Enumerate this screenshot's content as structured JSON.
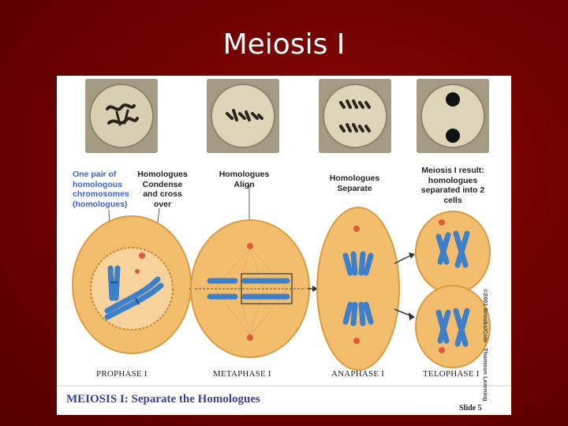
{
  "slide_title": "Meiosis I",
  "labels": {
    "homolog_pair": [
      "One pair of",
      "homologous",
      "chromosomes",
      "(homologues)"
    ],
    "condense": [
      "Homologues",
      "Condense",
      "and cross",
      "over"
    ],
    "align": [
      "Homologues",
      "Align"
    ],
    "separate": [
      "Homologues",
      "Separate"
    ],
    "result": [
      "Meiosis I result:",
      "homologues",
      "separated into 2",
      "cells"
    ]
  },
  "phases": [
    "PROPHASE I",
    "METAPHASE I",
    "ANAPHASE I",
    "TELOPHASE I"
  ],
  "caption": "MEIOSIS I: Separate the Homologues",
  "copyright": "©2001 Brooks/Cole · Thomson Learning",
  "slide_number": "Slide 5",
  "colors": {
    "background": "#6d0000",
    "cell_fill": "#f2bd6c",
    "chromosome_blue": "#3d7fc8",
    "centrosome": "#e0583a",
    "caption": "#3a4190",
    "label_blue": "#3b62c4"
  }
}
